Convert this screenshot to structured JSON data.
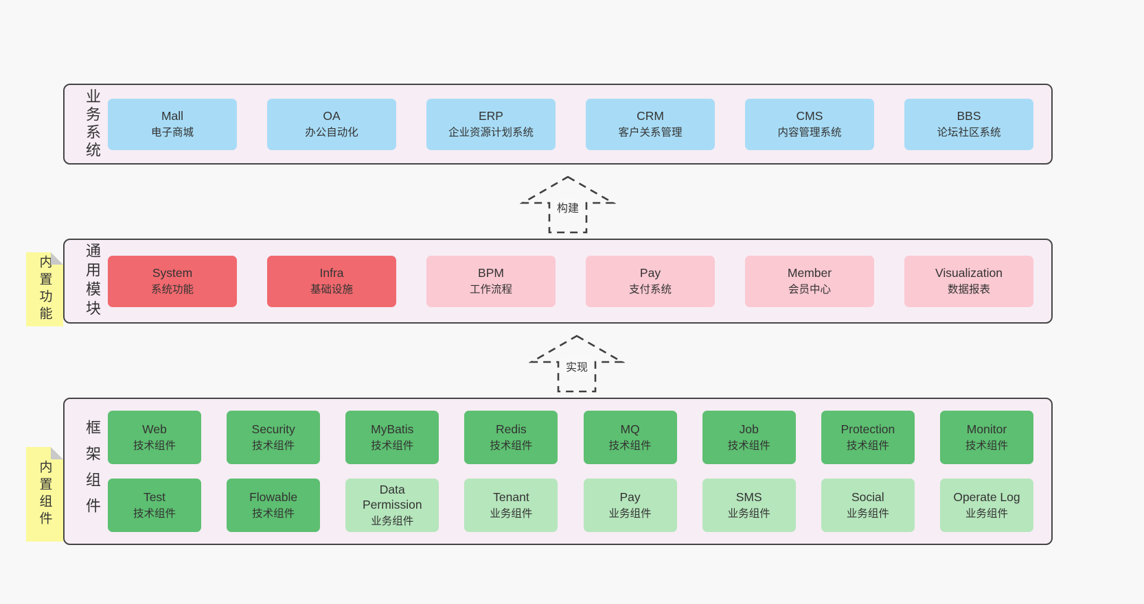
{
  "colors": {
    "page_bg": "#f8f8f8",
    "layer_bg": "#f7edf5",
    "layer_border": "#454545",
    "business_box": "#a8dcf6",
    "core_module_box": "#f0696e",
    "module_box": "#fbc9d2",
    "tech_component_box": "#5dbf71",
    "biz_component_box": "#b6e6bc",
    "sticky_note": "#fbf99c",
    "note_fold": "#c9c9c9",
    "text": "#333333"
  },
  "arrows": [
    {
      "label": "构建"
    },
    {
      "label": "实现"
    }
  ],
  "sections": {
    "business": {
      "label": "业务系统",
      "boxes": [
        {
          "name": "Mall",
          "desc": "电子商城"
        },
        {
          "name": "OA",
          "desc": "办公自动化"
        },
        {
          "name": "ERP",
          "desc": "企业资源计划系统"
        },
        {
          "name": "CRM",
          "desc": "客户关系管理"
        },
        {
          "name": "CMS",
          "desc": "内容管理系统"
        },
        {
          "name": "BBS",
          "desc": "论坛社区系统"
        }
      ]
    },
    "modules": {
      "label": "通用模块",
      "note": "内置功能",
      "boxes": [
        {
          "name": "System",
          "desc": "系统功能"
        },
        {
          "name": "Infra",
          "desc": "基础设施"
        },
        {
          "name": "BPM",
          "desc": "工作流程"
        },
        {
          "name": "Pay",
          "desc": "支付系统"
        },
        {
          "name": "Member",
          "desc": "会员中心"
        },
        {
          "name": "Visualization",
          "desc": "数据报表"
        }
      ]
    },
    "components": {
      "label": "框架组件",
      "note": "内置组件",
      "row1": [
        {
          "name": "Web",
          "desc": "技术组件"
        },
        {
          "name": "Security",
          "desc": "技术组件"
        },
        {
          "name": "MyBatis",
          "desc": "技术组件"
        },
        {
          "name": "Redis",
          "desc": "技术组件"
        },
        {
          "name": "MQ",
          "desc": "技术组件"
        },
        {
          "name": "Job",
          "desc": "技术组件"
        },
        {
          "name": "Protection",
          "desc": "技术组件"
        },
        {
          "name": "Monitor",
          "desc": "技术组件"
        }
      ],
      "row2": [
        {
          "name": "Test",
          "desc": "技术组件"
        },
        {
          "name": "Flowable",
          "desc": "技术组件"
        },
        {
          "name": "Data Permission",
          "desc": "业务组件"
        },
        {
          "name": "Tenant",
          "desc": "业务组件"
        },
        {
          "name": "Pay",
          "desc": "业务组件"
        },
        {
          "name": "SMS",
          "desc": "业务组件"
        },
        {
          "name": "Social",
          "desc": "业务组件"
        },
        {
          "name": "Operate Log",
          "desc": "业务组件"
        }
      ]
    }
  }
}
